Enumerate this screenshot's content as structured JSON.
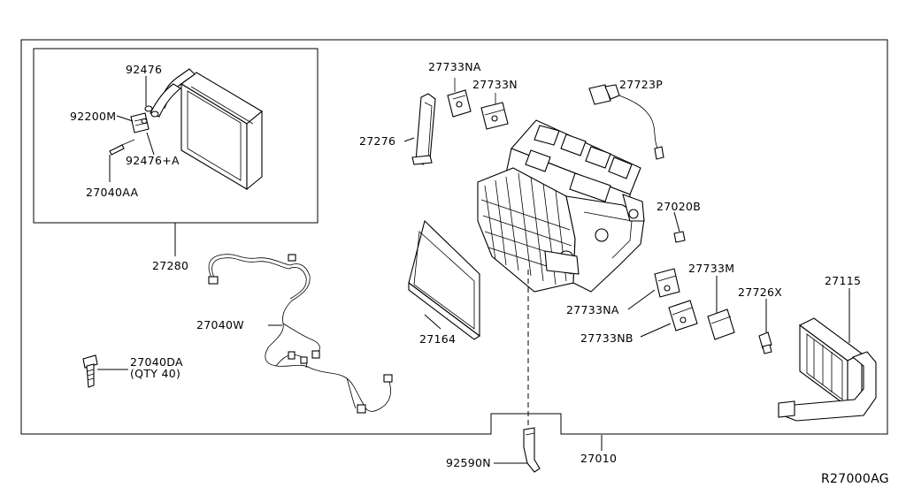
{
  "diagram_id": "R27000AG",
  "labels": {
    "p92476": "92476",
    "p92200M": "92200M",
    "p92476A": "92476+A",
    "p27040AA": "27040AA",
    "p27280": "27280",
    "p27040W": "27040W",
    "p27040DA": "27040DA",
    "qty40": "(QTY 40)",
    "p27733NA_top": "27733NA",
    "p27733N": "27733N",
    "p27723P": "27723P",
    "p27276": "27276",
    "p27020B": "27020B",
    "p27733M": "27733M",
    "p27115": "27115",
    "p27733NA_mid": "27733NA",
    "p27726X": "27726X",
    "p27733NB": "27733NB",
    "p27164": "27164",
    "p27010": "27010",
    "p92590N": "92590N"
  }
}
